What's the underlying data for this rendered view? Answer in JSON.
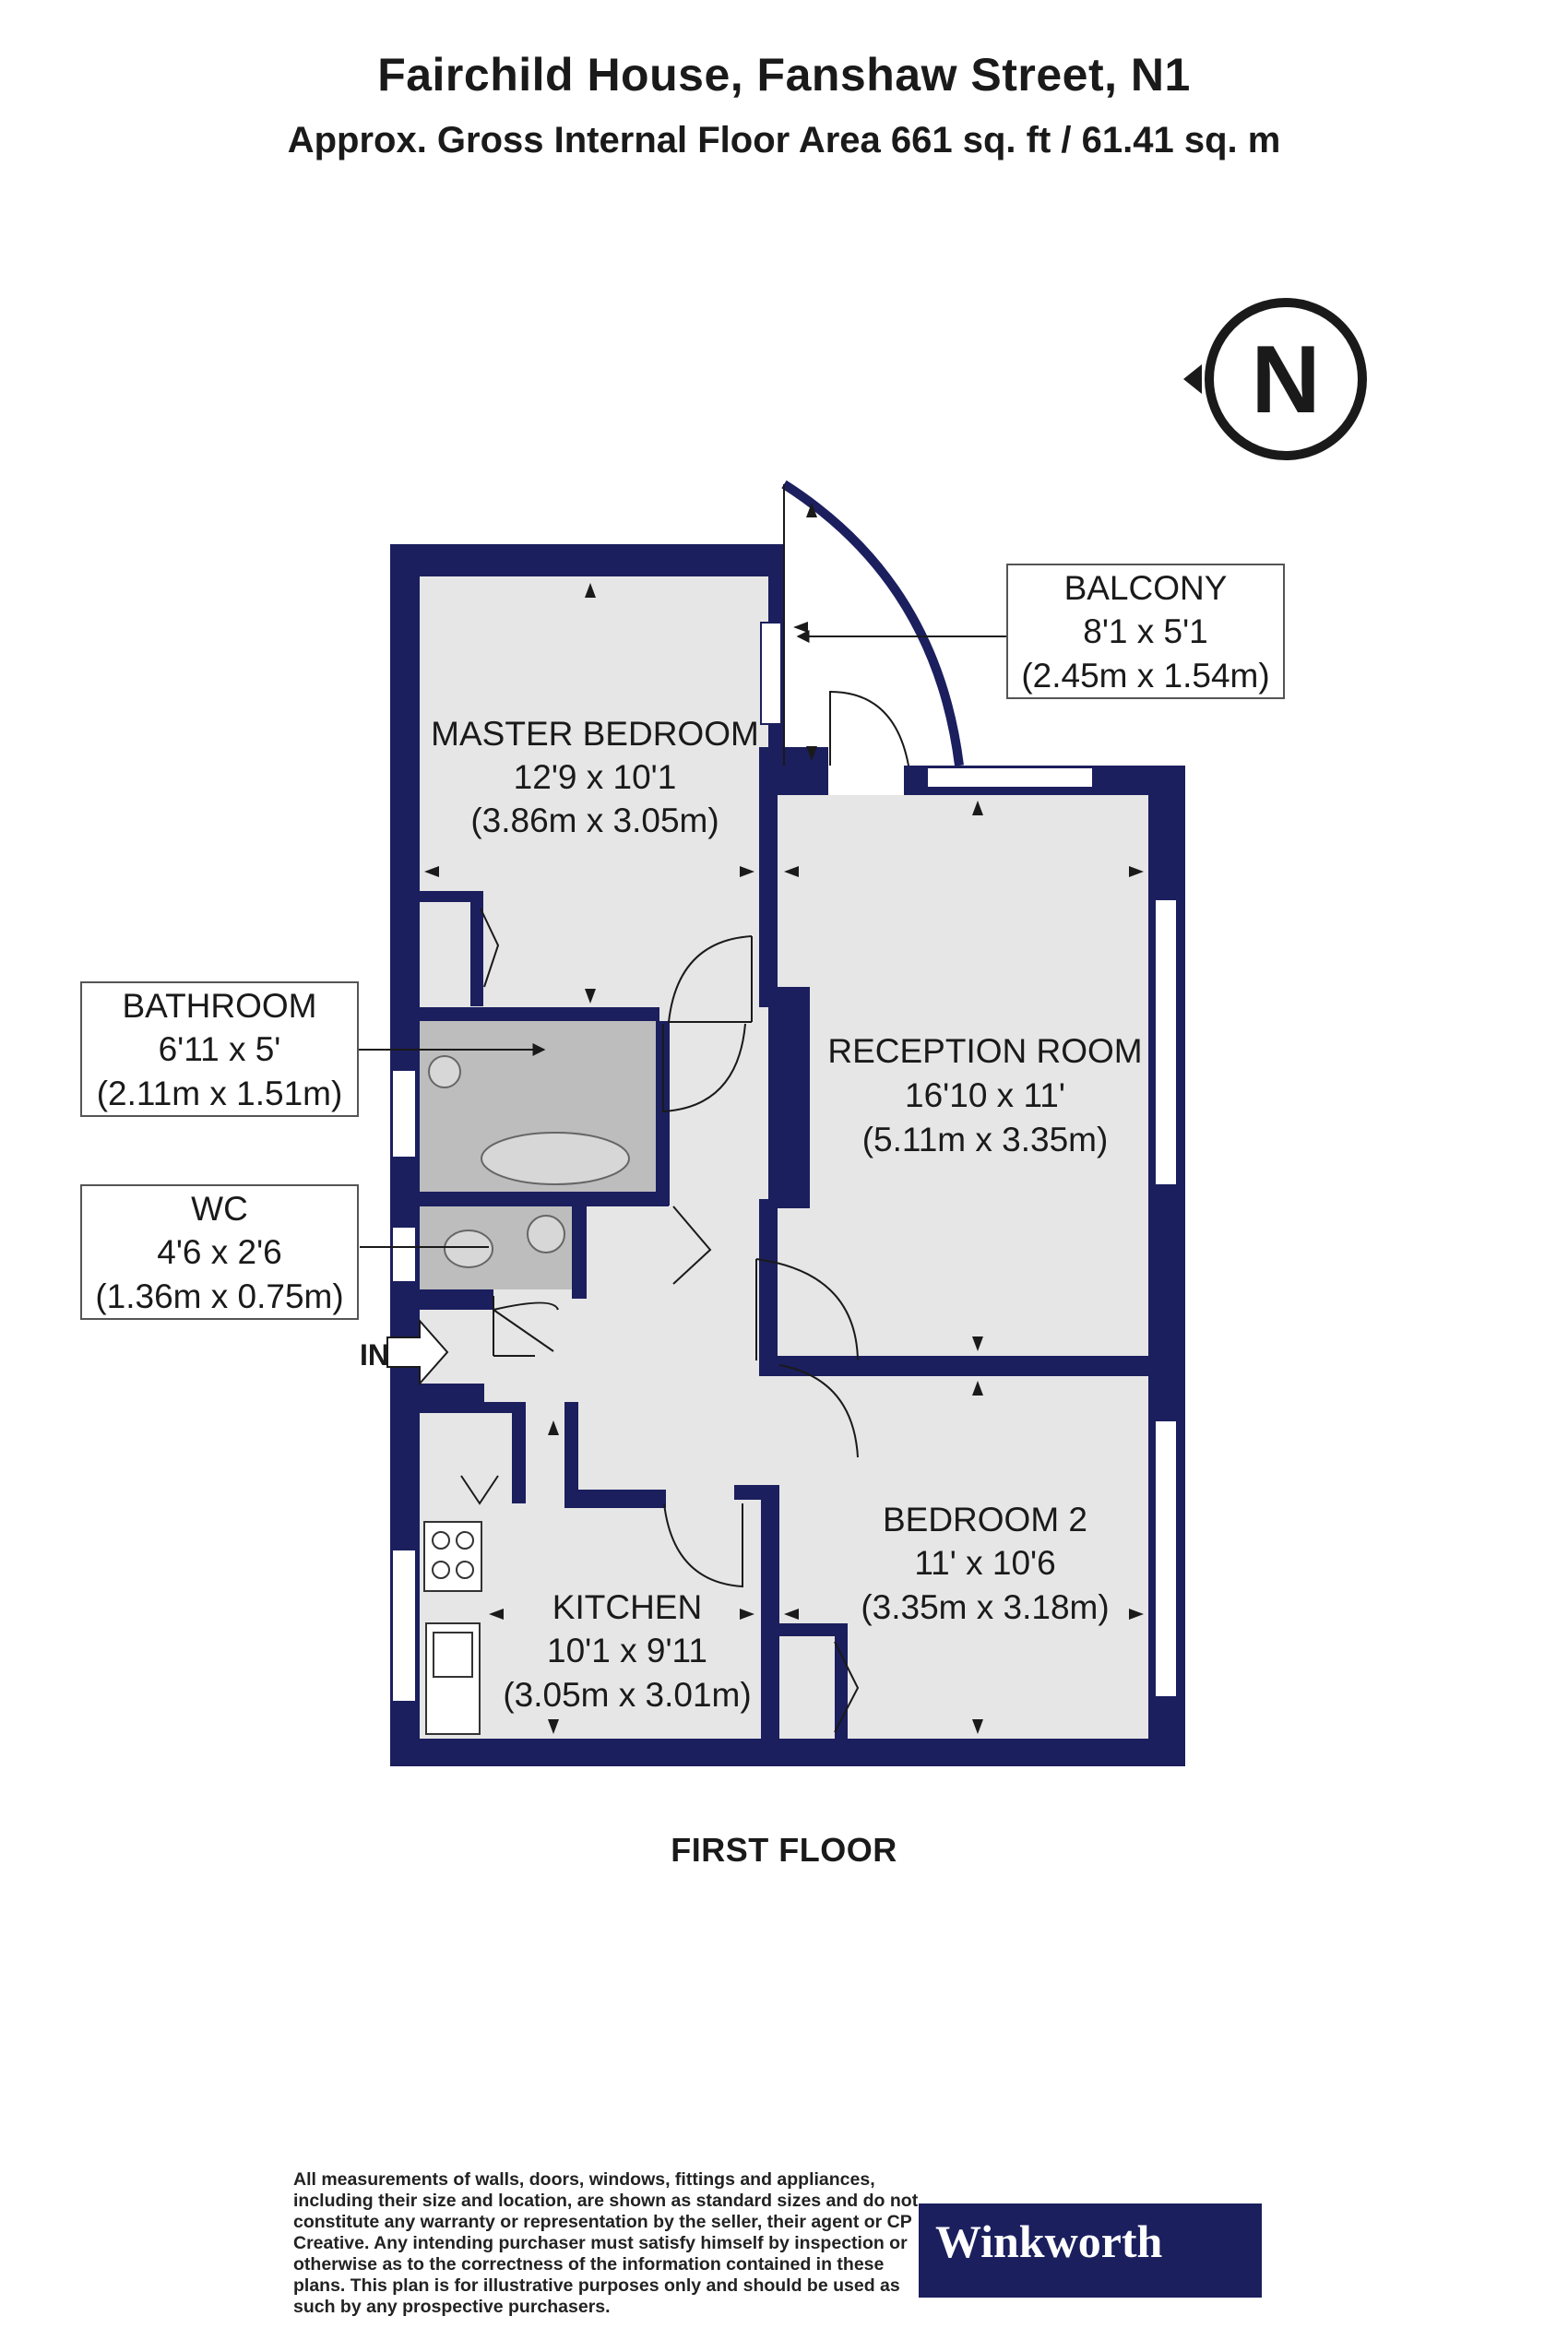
{
  "header": {
    "title": "Fairchild House, Fanshaw Street, N1",
    "subtitle": "Approx. Gross Internal Floor Area 661 sq. ft / 61.41 sq. m"
  },
  "compass": {
    "letter": "N"
  },
  "rooms": {
    "balcony": {
      "name": "BALCONY",
      "imperial": "8'1 x 5'1",
      "metric": "(2.45m x 1.54m)"
    },
    "master_bedroom": {
      "name": "MASTER BEDROOM",
      "imperial": "12'9 x 10'1",
      "metric": "(3.86m x 3.05m)"
    },
    "bathroom": {
      "name": "BATHROOM",
      "imperial": "6'11 x 5'",
      "metric": "(2.11m x 1.51m)"
    },
    "reception_room": {
      "name": "RECEPTION ROOM",
      "imperial": "16'10 x 11'",
      "metric": "(5.11m x 3.35m)"
    },
    "wc": {
      "name": "WC",
      "imperial": "4'6 x 2'6",
      "metric": "(1.36m x 0.75m)"
    },
    "bedroom_2": {
      "name": "BEDROOM 2",
      "imperial": "11' x 10'6",
      "metric": "(3.35m x 3.18m)"
    },
    "kitchen": {
      "name": "KITCHEN",
      "imperial": "10'1 x 9'11",
      "metric": "(3.05m x 3.01m)"
    }
  },
  "entrance_label": "IN",
  "floor_label": "FIRST FLOOR",
  "disclaimer": "All measurements of walls, doors, windows, fittings and appliances, including their size and location, are shown as standard sizes and do not constitute any warranty or representation by the seller, their agent or CP Creative. Any intending purchaser must satisfy himself by inspection or otherwise as to the correctness of the information contained in these plans. This plan is for illustrative purposes only and should be used as such by any prospective purchasers.",
  "brand": "Winkworth",
  "colors": {
    "wall": "#1b1f5e",
    "floor": "#e6e6e6",
    "bath": "#bdbdbd"
  }
}
